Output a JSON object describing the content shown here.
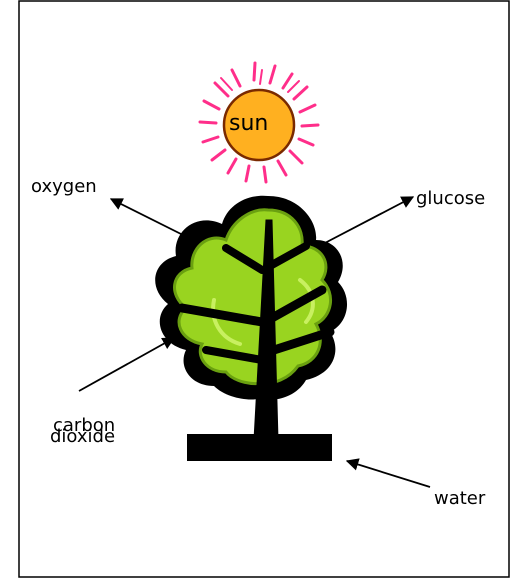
{
  "labels": {
    "sun": "sun",
    "oxygen": "oxygen",
    "glucose": "glucose",
    "carbon_line1": "carbon",
    "carbon_line2": "dioxide",
    "water": "water"
  },
  "colors": {
    "sun_fill": "#FFB020",
    "sun_outline": "#7A2A00",
    "sun_rays": "#FF2E8A",
    "foliage_light": "#99D420",
    "foliage_outline": "#111111",
    "trunk": "#000000",
    "arrow": "#000000",
    "border": "#000000"
  }
}
